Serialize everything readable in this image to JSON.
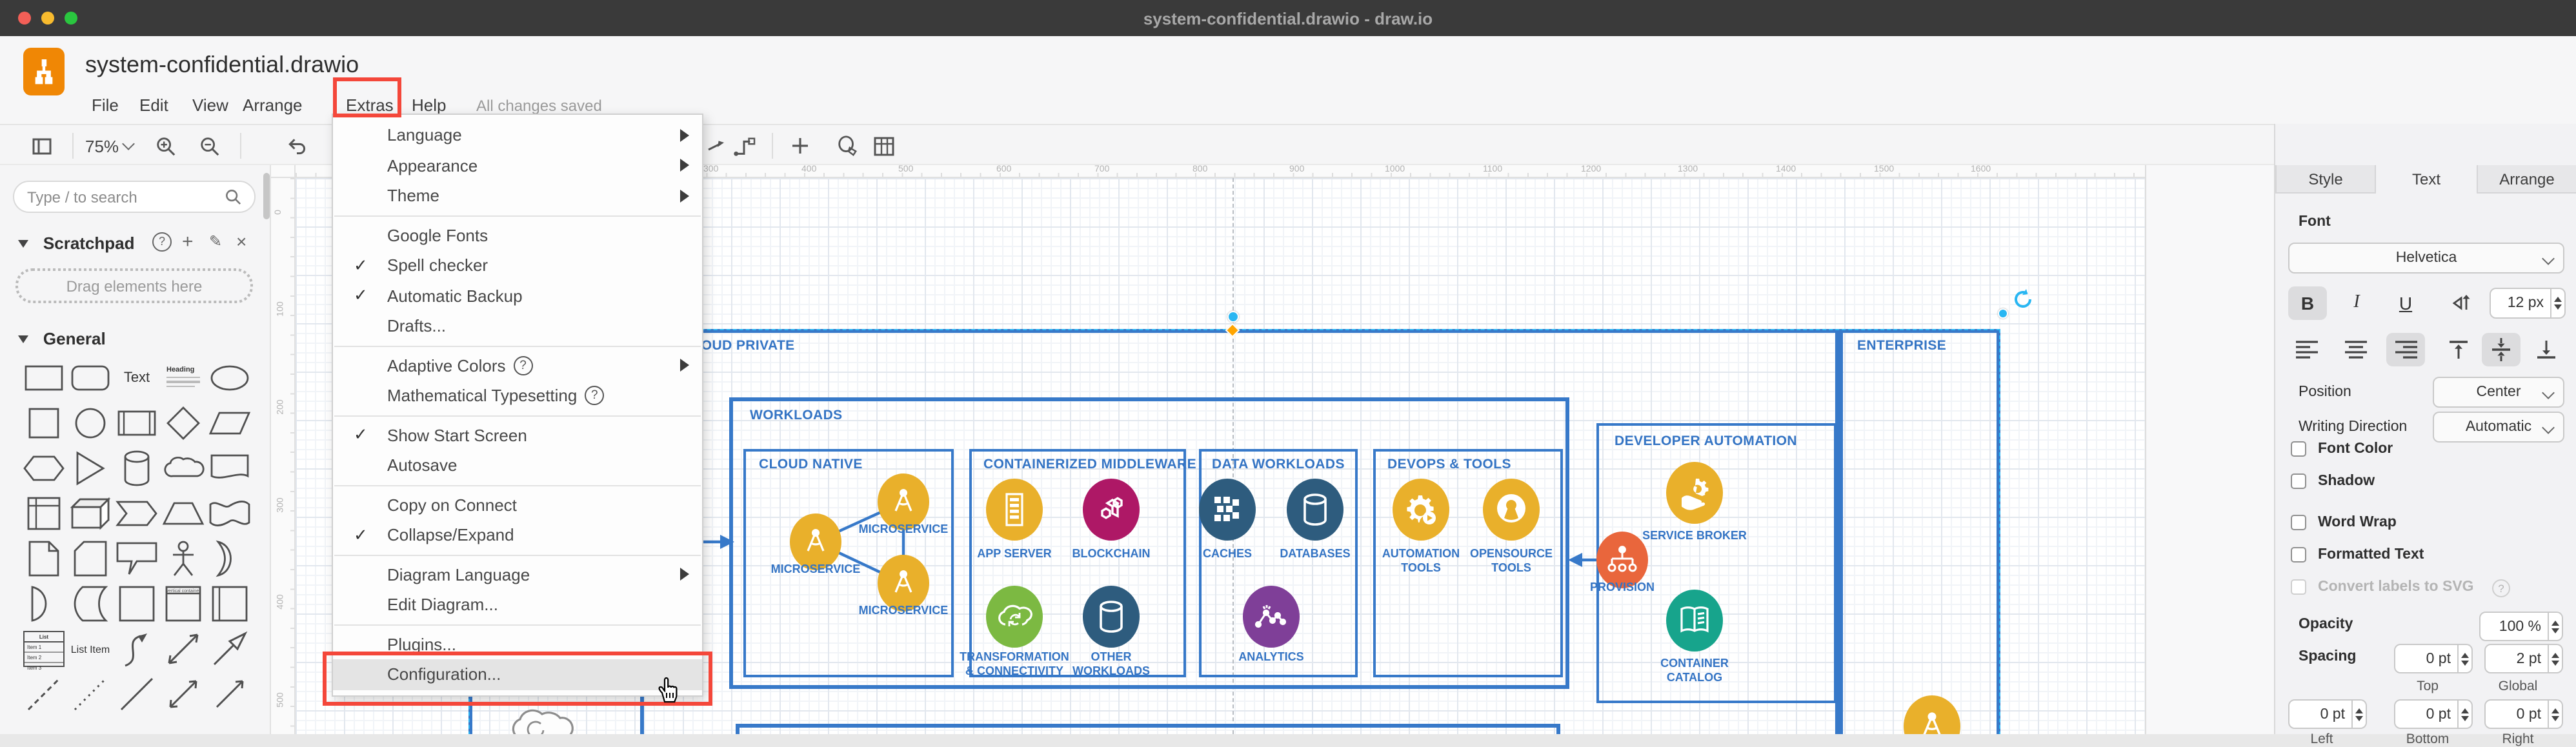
{
  "window": {
    "title": "system-confidential.drawio - draw.io"
  },
  "header": {
    "app_title": "system-confidential.drawio",
    "menus": [
      "File",
      "Edit",
      "View",
      "Arrange",
      "Extras",
      "Help"
    ],
    "status": "All changes saved"
  },
  "toolbar": {
    "zoom": "75%"
  },
  "extras_menu": {
    "items": [
      {
        "label": "Language"
      },
      {
        "label": "Appearance"
      },
      {
        "label": "Theme"
      },
      {
        "label": "Google Fonts"
      },
      {
        "label": "Spell checker"
      },
      {
        "label": "Automatic Backup"
      },
      {
        "label": "Drafts..."
      },
      {
        "label": "Adaptive Colors"
      },
      {
        "label": "Mathematical Typesetting"
      },
      {
        "label": "Show Start Screen"
      },
      {
        "label": "Autosave"
      },
      {
        "label": "Copy on Connect"
      },
      {
        "label": "Collapse/Expand"
      },
      {
        "label": "Diagram Language"
      },
      {
        "label": "Edit Diagram..."
      },
      {
        "label": "Plugins..."
      },
      {
        "label": "Configuration..."
      }
    ]
  },
  "sidebar": {
    "search_placeholder": "Type / to search",
    "scratchpad": "Scratchpad",
    "drag_hint": "Drag elements here",
    "general": "General",
    "palette_text": {
      "text": "Text",
      "heading": "Heading",
      "list_title": "List",
      "item1": "Item 1",
      "item2": "Item 2",
      "item3": "Item 3",
      "list_item": "List Item"
    }
  },
  "rulers": {
    "h": [
      "300",
      "400",
      "500",
      "600",
      "700",
      "800",
      "900",
      "1000",
      "1100",
      "1200",
      "1300",
      "1400",
      "1500",
      "1600"
    ],
    "v": [
      "0",
      "100",
      "200",
      "300",
      "400",
      "500"
    ]
  },
  "diagram": {
    "containers": {
      "cloud_private": "CLOUD PRIVATE",
      "enterprise": "ENTERPRISE",
      "workloads": "WORKLOADS",
      "cloud_native": "CLOUD NATIVE",
      "containerized": "CONTAINERIZED MIDDLEWARE",
      "data_workloads": "DATA WORKLOADS",
      "devops": "DEVOPS & TOOLS",
      "dev_automation": "DEVELOPER AUTOMATION"
    },
    "nodes": {
      "microservice": "MICROSERVICE",
      "app_server": "APP SERVER",
      "blockchain": "BLOCKCHAIN",
      "transformation": "TRANSFORMATION & CONNECTIVITY",
      "other_workloads": "OTHER WORKLOADS",
      "caches": "CACHES",
      "databases": "DATABASES",
      "analytics": "ANALYTICS",
      "automation_tools": "AUTOMATION TOOLS",
      "opensource_tools": "OPENSOURCE TOOLS",
      "service_broker": "SERVICE BROKER",
      "provision": "PROVISION",
      "container_catalog": "CONTAINER CATALOG"
    },
    "colors": {
      "line": "#3779C9",
      "yellow": "#E9B02B",
      "magenta": "#AE1866",
      "green": "#7CB942",
      "navy": "#2E5C7E",
      "purple": "#7F3F98",
      "orange": "#E9663C",
      "teal": "#17A48C",
      "selection": "#29b6f2",
      "annotation": "#F4473A"
    }
  },
  "format_panel": {
    "tabs": [
      "Style",
      "Text",
      "Arrange"
    ],
    "active_tab": "Text",
    "font_section": "Font",
    "font_family": "Helvetica",
    "bold": "B",
    "italic": "I",
    "underline": "U",
    "font_size": "12 px",
    "position_label": "Position",
    "position_value": "Center",
    "writing_label": "Writing Direction",
    "writing_value": "Automatic",
    "font_color": "Font Color",
    "shadow": "Shadow",
    "word_wrap": "Word Wrap",
    "formatted_text": "Formatted Text",
    "convert_svg": "Convert labels to SVG",
    "opacity_label": "Opacity",
    "opacity_value": "100 %",
    "spacing_label": "Spacing",
    "spacing_top": "0 pt",
    "spacing_global": "2 pt",
    "spacing_left": "0 pt",
    "spacing_bottom": "0 pt",
    "spacing_right": "0 pt",
    "lab_top": "Top",
    "lab_global": "Global",
    "lab_left": "Left",
    "lab_bottom": "Bottom",
    "lab_right": "Right"
  }
}
